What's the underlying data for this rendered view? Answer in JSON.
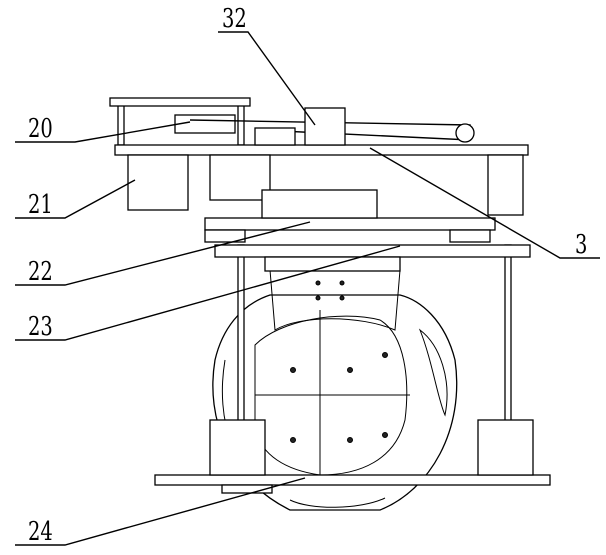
{
  "figure": {
    "labels": [
      {
        "id": "32",
        "text": "32"
      },
      {
        "id": "20",
        "text": "20"
      },
      {
        "id": "21",
        "text": "21"
      },
      {
        "id": "3",
        "text": "3"
      },
      {
        "id": "22",
        "text": "22"
      },
      {
        "id": "23",
        "text": "23"
      },
      {
        "id": "24",
        "text": "24"
      }
    ]
  }
}
